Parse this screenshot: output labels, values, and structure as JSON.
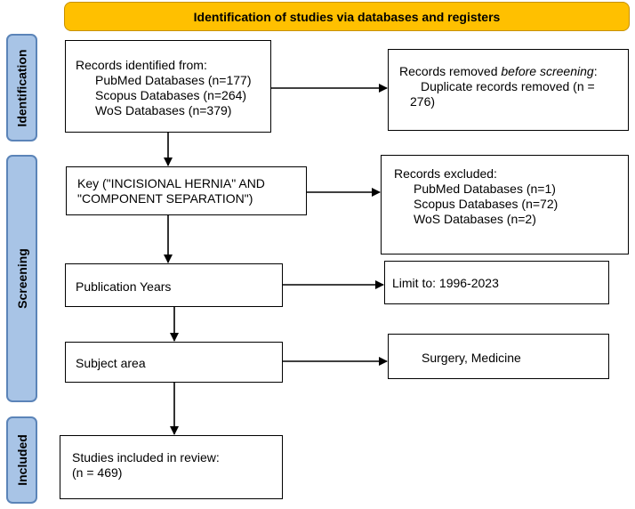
{
  "header": {
    "title": "Identification of studies via databases and registers"
  },
  "phases": {
    "identification": "Identification",
    "screening": "Screening",
    "included": "Included"
  },
  "records_identified": {
    "heading": "Records identified from:",
    "pubmed": "PubMed Databases (n=177)",
    "scopus": "Scopus Databases (n=264)",
    "wos": "WoS Databases (n=379)"
  },
  "records_removed": {
    "prefix": "Records removed ",
    "emphasis": "before screening",
    "suffix": ":",
    "detail_1": "Duplicate records removed (n =",
    "detail_2": "276)"
  },
  "keyword": {
    "line_1": "Key (\"INCISIONAL HERNIA\" AND",
    "line_2": "\"COMPONENT SEPARATION\")"
  },
  "records_excluded": {
    "heading": "Records excluded:",
    "pubmed": "PubMed Databases (n=1)",
    "scopus": "Scopus Databases (n=72)",
    "wos": "WoS Databases (n=2)"
  },
  "publication_years": {
    "label": "Publication Years"
  },
  "limit": {
    "label": "Limit to: 1996-2023"
  },
  "subject_area": {
    "label": "Subject area"
  },
  "subjects": {
    "label": "Surgery, Medicine"
  },
  "included_studies": {
    "line_1": "Studies included in review:",
    "line_2": "(n = 469)"
  },
  "colors": {
    "header_fill": "#ffc000",
    "phase_fill": "#a8c4e6",
    "phase_border": "#5b84b8"
  }
}
